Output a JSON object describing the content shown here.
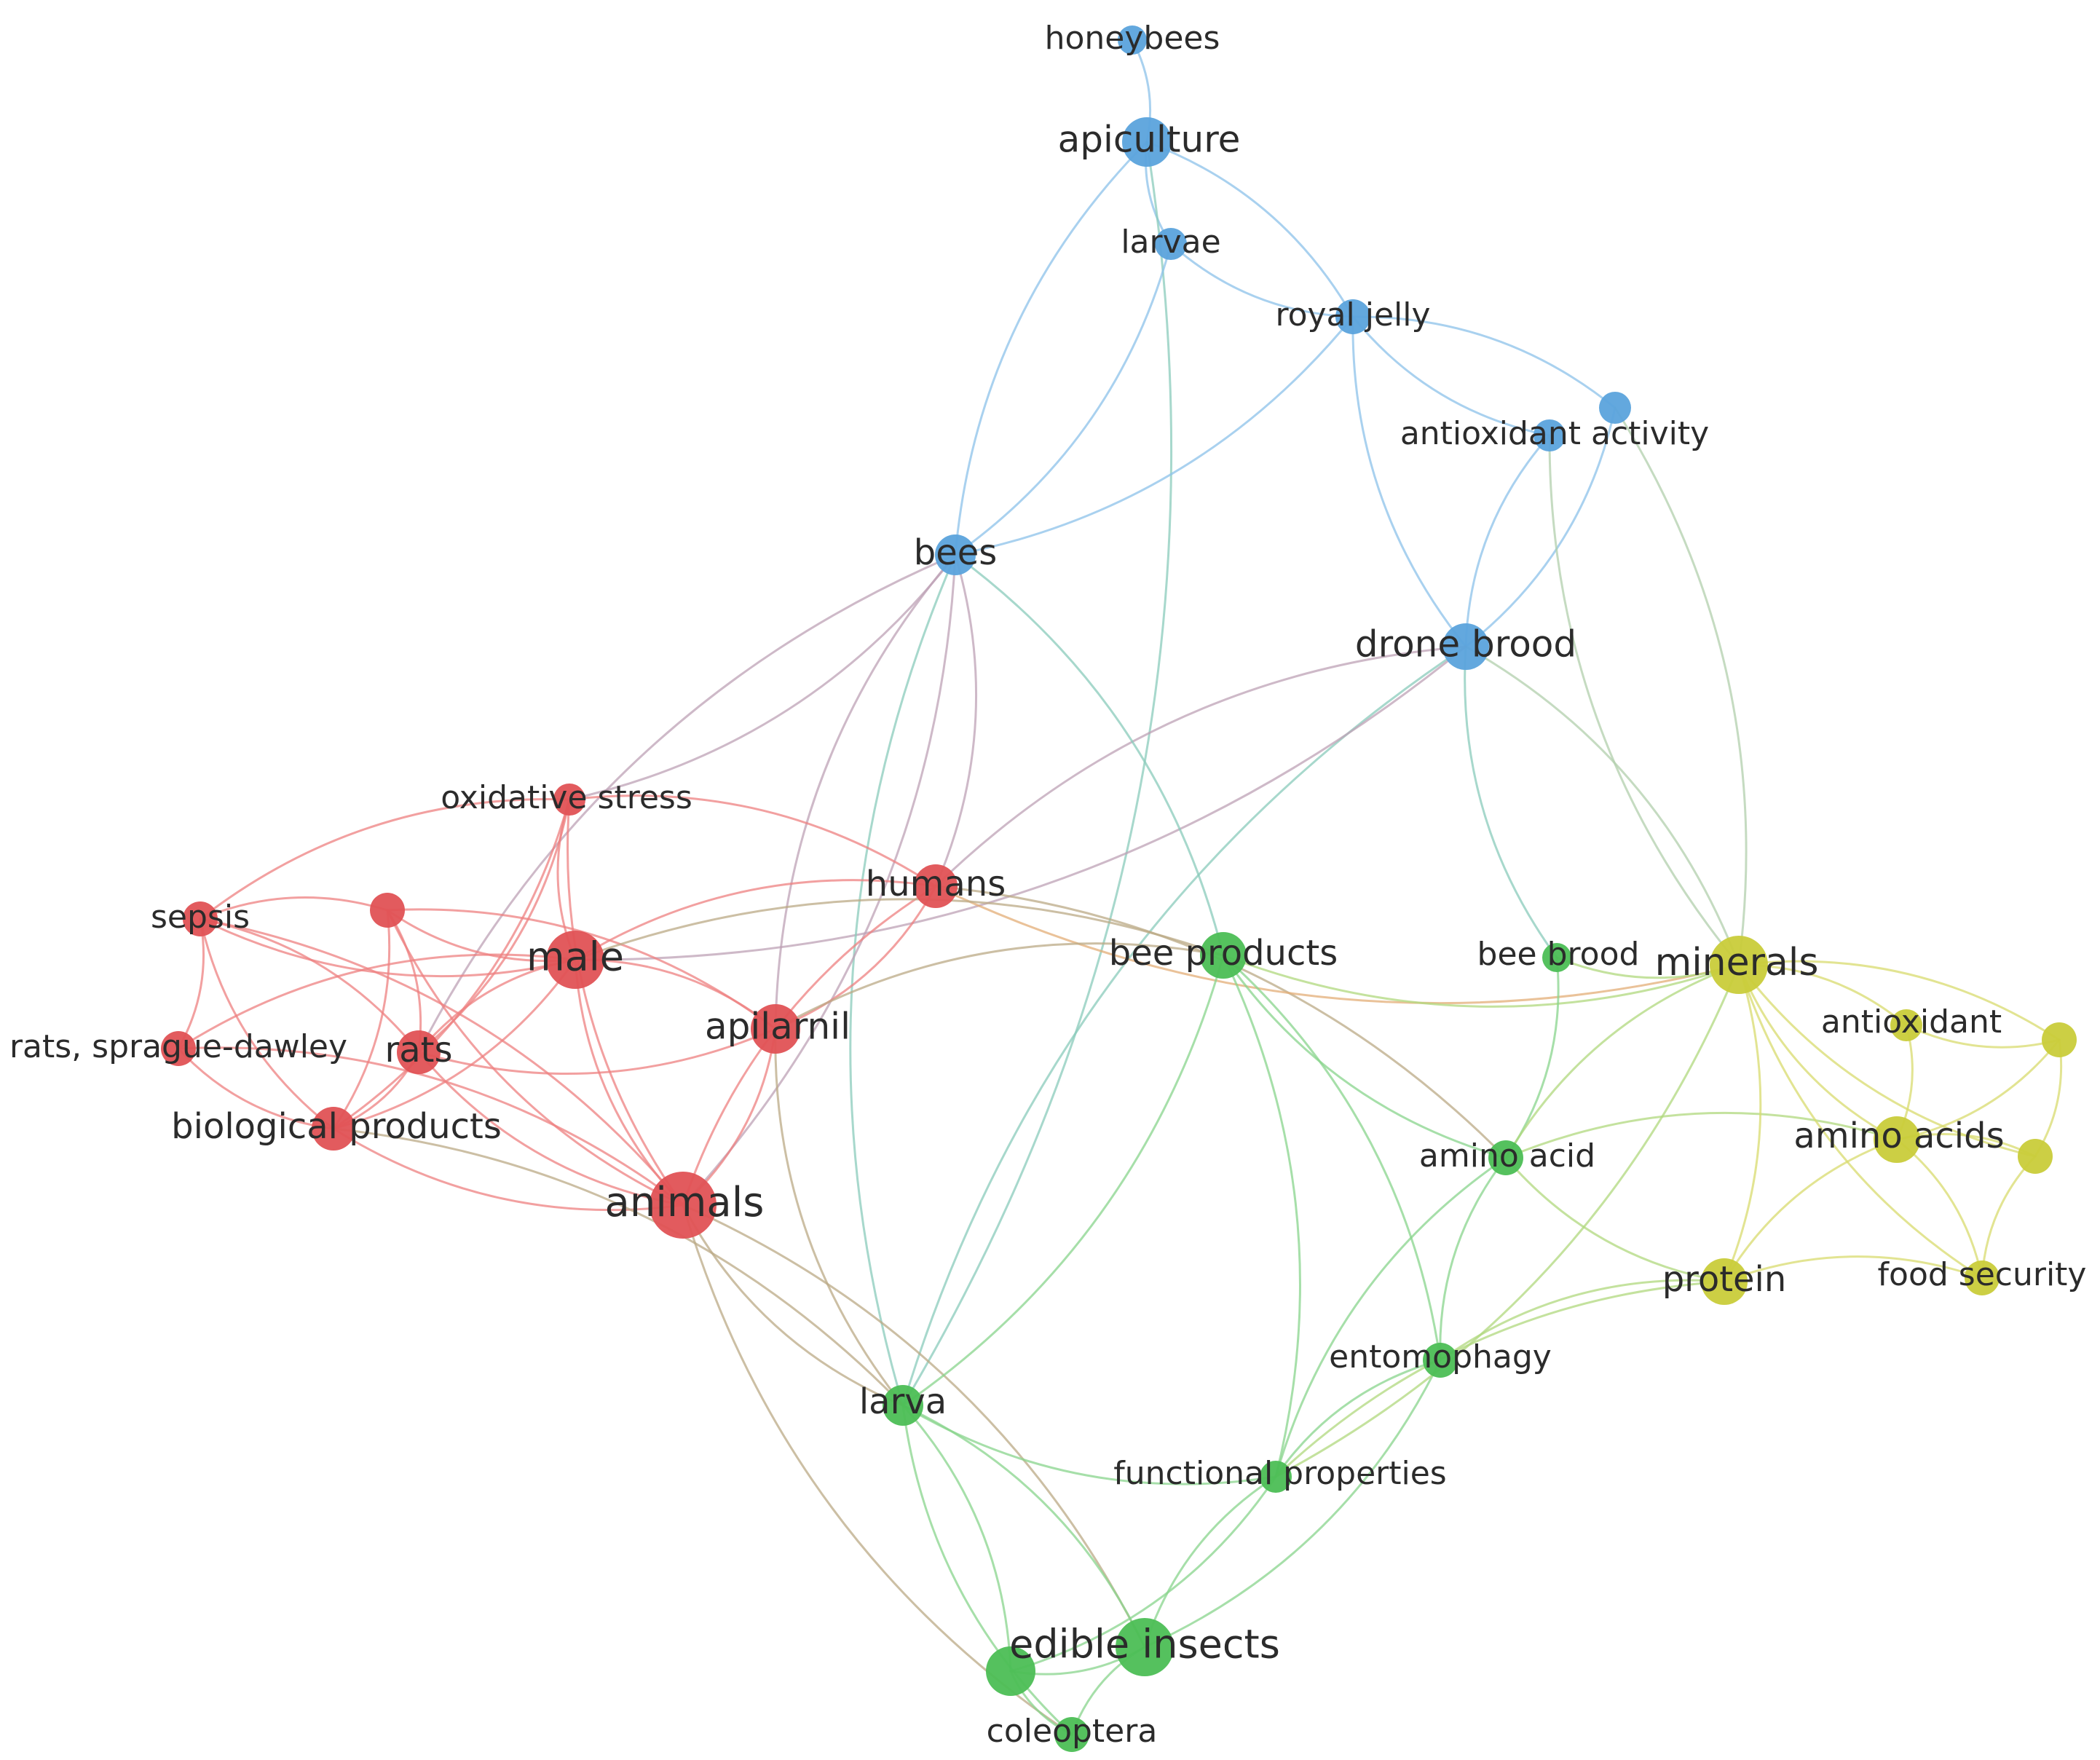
{
  "clusters": {
    "red": {
      "color": "#e05255",
      "edge": "#ee8080"
    },
    "blue": {
      "color": "#5ba3dc",
      "edge": "#8cc2ea"
    },
    "green": {
      "color": "#4cbe55",
      "edge": "#88d48c"
    },
    "yellow": {
      "color": "#c9cc3a",
      "edge": "#d8db6e"
    }
  },
  "nodes": [
    {
      "id": "honeybees",
      "label": "honeybees",
      "cluster": "blue"
    },
    {
      "id": "apiculture",
      "label": "apiculture",
      "cluster": "blue"
    },
    {
      "id": "larvae",
      "label": "larvae",
      "cluster": "blue"
    },
    {
      "id": "royal_jelly",
      "label": "royal jelly",
      "cluster": "blue"
    },
    {
      "id": "blue_unlabeled",
      "label": "",
      "cluster": "blue"
    },
    {
      "id": "antioxidant_activity",
      "label": "antioxidant activity",
      "cluster": "blue"
    },
    {
      "id": "bees",
      "label": "bees",
      "cluster": "blue"
    },
    {
      "id": "drone_brood",
      "label": "drone brood",
      "cluster": "blue"
    },
    {
      "id": "oxidative_stress",
      "label": "oxidative stress",
      "cluster": "red"
    },
    {
      "id": "humans",
      "label": "humans",
      "cluster": "red"
    },
    {
      "id": "sepsis",
      "label": "sepsis",
      "cluster": "red"
    },
    {
      "id": "red_unlabeled",
      "label": "",
      "cluster": "red"
    },
    {
      "id": "male",
      "label": "male",
      "cluster": "red"
    },
    {
      "id": "rats_sd",
      "label": "rats, sprague-dawley",
      "cluster": "red"
    },
    {
      "id": "rats",
      "label": "rats",
      "cluster": "red"
    },
    {
      "id": "apilarnil",
      "label": "apilarnil",
      "cluster": "red"
    },
    {
      "id": "biological_products",
      "label": "biological products",
      "cluster": "red"
    },
    {
      "id": "animals",
      "label": "animals",
      "cluster": "red"
    },
    {
      "id": "bee_products",
      "label": "bee products",
      "cluster": "green"
    },
    {
      "id": "bee_brood",
      "label": "bee brood",
      "cluster": "green"
    },
    {
      "id": "amino_acid",
      "label": "amino acid",
      "cluster": "green"
    },
    {
      "id": "entomophagy",
      "label": "entomophagy",
      "cluster": "green"
    },
    {
      "id": "larva",
      "label": "larva",
      "cluster": "green"
    },
    {
      "id": "functional_properties",
      "label": "functional properties",
      "cluster": "green"
    },
    {
      "id": "edible_insects",
      "label": "edible insects",
      "cluster": "green"
    },
    {
      "id": "green_unlabeled",
      "label": "",
      "cluster": "green"
    },
    {
      "id": "coleoptera",
      "label": "coleoptera",
      "cluster": "green"
    },
    {
      "id": "minerals",
      "label": "minerals",
      "cluster": "yellow"
    },
    {
      "id": "antioxidant",
      "label": "antioxidant",
      "cluster": "yellow"
    },
    {
      "id": "yellow_unlabeled_1",
      "label": "",
      "cluster": "yellow"
    },
    {
      "id": "amino_acids",
      "label": "amino acids",
      "cluster": "yellow"
    },
    {
      "id": "yellow_unlabeled_2",
      "label": "",
      "cluster": "yellow"
    },
    {
      "id": "protein",
      "label": "protein",
      "cluster": "yellow"
    },
    {
      "id": "food_security",
      "label": "food security",
      "cluster": "yellow"
    }
  ],
  "edges": [
    [
      "honeybees",
      "apiculture"
    ],
    [
      "apiculture",
      "larvae"
    ],
    [
      "apiculture",
      "royal_jelly"
    ],
    [
      "apiculture",
      "bees"
    ],
    [
      "apiculture",
      "larva"
    ],
    [
      "larvae",
      "royal_jelly"
    ],
    [
      "larvae",
      "bees"
    ],
    [
      "royal_jelly",
      "antioxidant_activity"
    ],
    [
      "royal_jelly",
      "blue_unlabeled"
    ],
    [
      "royal_jelly",
      "drone_brood"
    ],
    [
      "royal_jelly",
      "bees"
    ],
    [
      "antioxidant_activity",
      "drone_brood"
    ],
    [
      "blue_unlabeled",
      "drone_brood"
    ],
    [
      "antioxidant_activity",
      "minerals"
    ],
    [
      "blue_unlabeled",
      "minerals"
    ],
    [
      "drone_brood",
      "bee_brood"
    ],
    [
      "drone_brood",
      "minerals"
    ],
    [
      "drone_brood",
      "larva"
    ],
    [
      "drone_brood",
      "male"
    ],
    [
      "drone_brood",
      "humans"
    ],
    [
      "bees",
      "bee_products"
    ],
    [
      "bees",
      "larva"
    ],
    [
      "bees",
      "humans"
    ],
    [
      "bees",
      "rats"
    ],
    [
      "bees",
      "oxidative_stress"
    ],
    [
      "bees",
      "apilarnil"
    ],
    [
      "bees",
      "animals"
    ],
    [
      "oxidative_stress",
      "male"
    ],
    [
      "oxidative_stress",
      "rats"
    ],
    [
      "oxidative_stress",
      "sepsis"
    ],
    [
      "oxidative_stress",
      "humans"
    ],
    [
      "oxidative_stress",
      "animals"
    ],
    [
      "oxidative_stress",
      "biological_products"
    ],
    [
      "humans",
      "animals"
    ],
    [
      "humans",
      "apilarnil"
    ],
    [
      "humans",
      "male"
    ],
    [
      "humans",
      "amino_acid"
    ],
    [
      "humans",
      "minerals"
    ],
    [
      "sepsis",
      "rats"
    ],
    [
      "sepsis",
      "male"
    ],
    [
      "sepsis",
      "animals"
    ],
    [
      "sepsis",
      "biological_products"
    ],
    [
      "sepsis",
      "rats_sd"
    ],
    [
      "red_unlabeled",
      "male"
    ],
    [
      "red_unlabeled",
      "rats"
    ],
    [
      "red_unlabeled",
      "animals"
    ],
    [
      "red_unlabeled",
      "apilarnil"
    ],
    [
      "red_unlabeled",
      "sepsis"
    ],
    [
      "red_unlabeled",
      "biological_products"
    ],
    [
      "male",
      "animals"
    ],
    [
      "male",
      "apilarnil"
    ],
    [
      "male",
      "rats"
    ],
    [
      "male",
      "biological_products"
    ],
    [
      "male",
      "rats_sd"
    ],
    [
      "male",
      "bee_products"
    ],
    [
      "rats",
      "animals"
    ],
    [
      "rats",
      "biological_products"
    ],
    [
      "rats",
      "apilarnil"
    ],
    [
      "rats_sd",
      "animals"
    ],
    [
      "rats_sd",
      "biological_products"
    ],
    [
      "apilarnil",
      "animals"
    ],
    [
      "apilarnil",
      "larva"
    ],
    [
      "apilarnil",
      "bee_products"
    ],
    [
      "biological_products",
      "animals"
    ],
    [
      "biological_products",
      "larva"
    ],
    [
      "animals",
      "larva"
    ],
    [
      "animals",
      "edible_insects"
    ],
    [
      "animals",
      "coleoptera"
    ],
    [
      "bee_products",
      "larva"
    ],
    [
      "bee_products",
      "amino_acid"
    ],
    [
      "bee_products",
      "entomophagy"
    ],
    [
      "bee_products",
      "minerals"
    ],
    [
      "bee_products",
      "functional_properties"
    ],
    [
      "bee_brood",
      "minerals"
    ],
    [
      "bee_brood",
      "amino_acid"
    ],
    [
      "amino_acid",
      "entomophagy"
    ],
    [
      "amino_acid",
      "minerals"
    ],
    [
      "amino_acid",
      "protein"
    ],
    [
      "amino_acid",
      "amino_acids"
    ],
    [
      "amino_acid",
      "functional_properties"
    ],
    [
      "entomophagy",
      "protein"
    ],
    [
      "entomophagy",
      "functional_properties"
    ],
    [
      "entomophagy",
      "edible_insects"
    ],
    [
      "larva",
      "functional_properties"
    ],
    [
      "larva",
      "edible_insects"
    ],
    [
      "larva",
      "coleoptera"
    ],
    [
      "larva",
      "green_unlabeled"
    ],
    [
      "functional_properties",
      "edible_insects"
    ],
    [
      "functional_properties",
      "protein"
    ],
    [
      "functional_properties",
      "minerals"
    ],
    [
      "functional_properties",
      "green_unlabeled"
    ],
    [
      "edible_insects",
      "coleoptera"
    ],
    [
      "edible_insects",
      "green_unlabeled"
    ],
    [
      "green_unlabeled",
      "coleoptera"
    ],
    [
      "minerals",
      "antioxidant"
    ],
    [
      "minerals",
      "amino_acids"
    ],
    [
      "minerals",
      "protein"
    ],
    [
      "minerals",
      "food_security"
    ],
    [
      "minerals",
      "yellow_unlabeled_1"
    ],
    [
      "minerals",
      "yellow_unlabeled_2"
    ],
    [
      "antioxidant",
      "amino_acids"
    ],
    [
      "antioxidant",
      "yellow_unlabeled_1"
    ],
    [
      "amino_acids",
      "yellow_unlabeled_2"
    ],
    [
      "amino_acids",
      "protein"
    ],
    [
      "amino_acids",
      "food_security"
    ],
    [
      "amino_acids",
      "yellow_unlabeled_1"
    ],
    [
      "yellow_unlabeled_1",
      "yellow_unlabeled_2"
    ],
    [
      "yellow_unlabeled_2",
      "food_security"
    ],
    [
      "protein",
      "food_security"
    ]
  ]
}
